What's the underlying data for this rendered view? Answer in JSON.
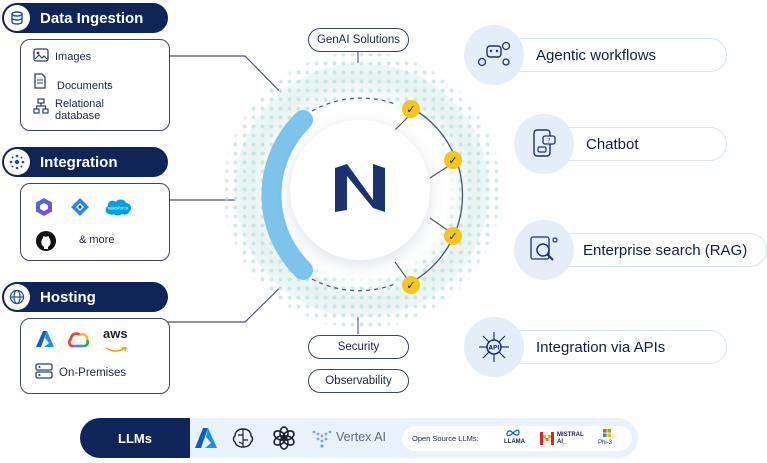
{
  "left_cards": {
    "data_ingestion": {
      "title": "Data Ingestion",
      "items": [
        "Images",
        "Documents",
        "Relational database"
      ]
    },
    "integration": {
      "title": "Integration",
      "items": [
        "& more"
      ]
    },
    "hosting": {
      "title": "Hosting",
      "items": [
        "aws",
        "On-Premises"
      ]
    }
  },
  "center": {
    "genai_label": "GenAI Solutions",
    "logo_letter": "N",
    "bottom_pills": [
      "Security",
      "Observability"
    ]
  },
  "outcomes": [
    {
      "label": "Agentic workflows",
      "icon": "agentic-workflow-icon"
    },
    {
      "label": "Chatbot",
      "icon": "chatbot-icon"
    },
    {
      "label": "Enterprise search (RAG)",
      "icon": "search-icon"
    },
    {
      "label": "Integration via APIs",
      "icon": "api-icon"
    }
  ],
  "llm_bar": {
    "label": "LLMs",
    "vertex_label": "Vertex AI",
    "open_source_label": "Open Source LLMs:",
    "llama_label": "LLAMA",
    "mistral_label": "MISTRAL AI_",
    "phi_label": "Phi-3"
  },
  "colors": {
    "navy": "#0f2557",
    "accent_blue": "#7cc4ea",
    "check_yellow": "#f5c518",
    "light_panel": "#e9f1fb"
  }
}
